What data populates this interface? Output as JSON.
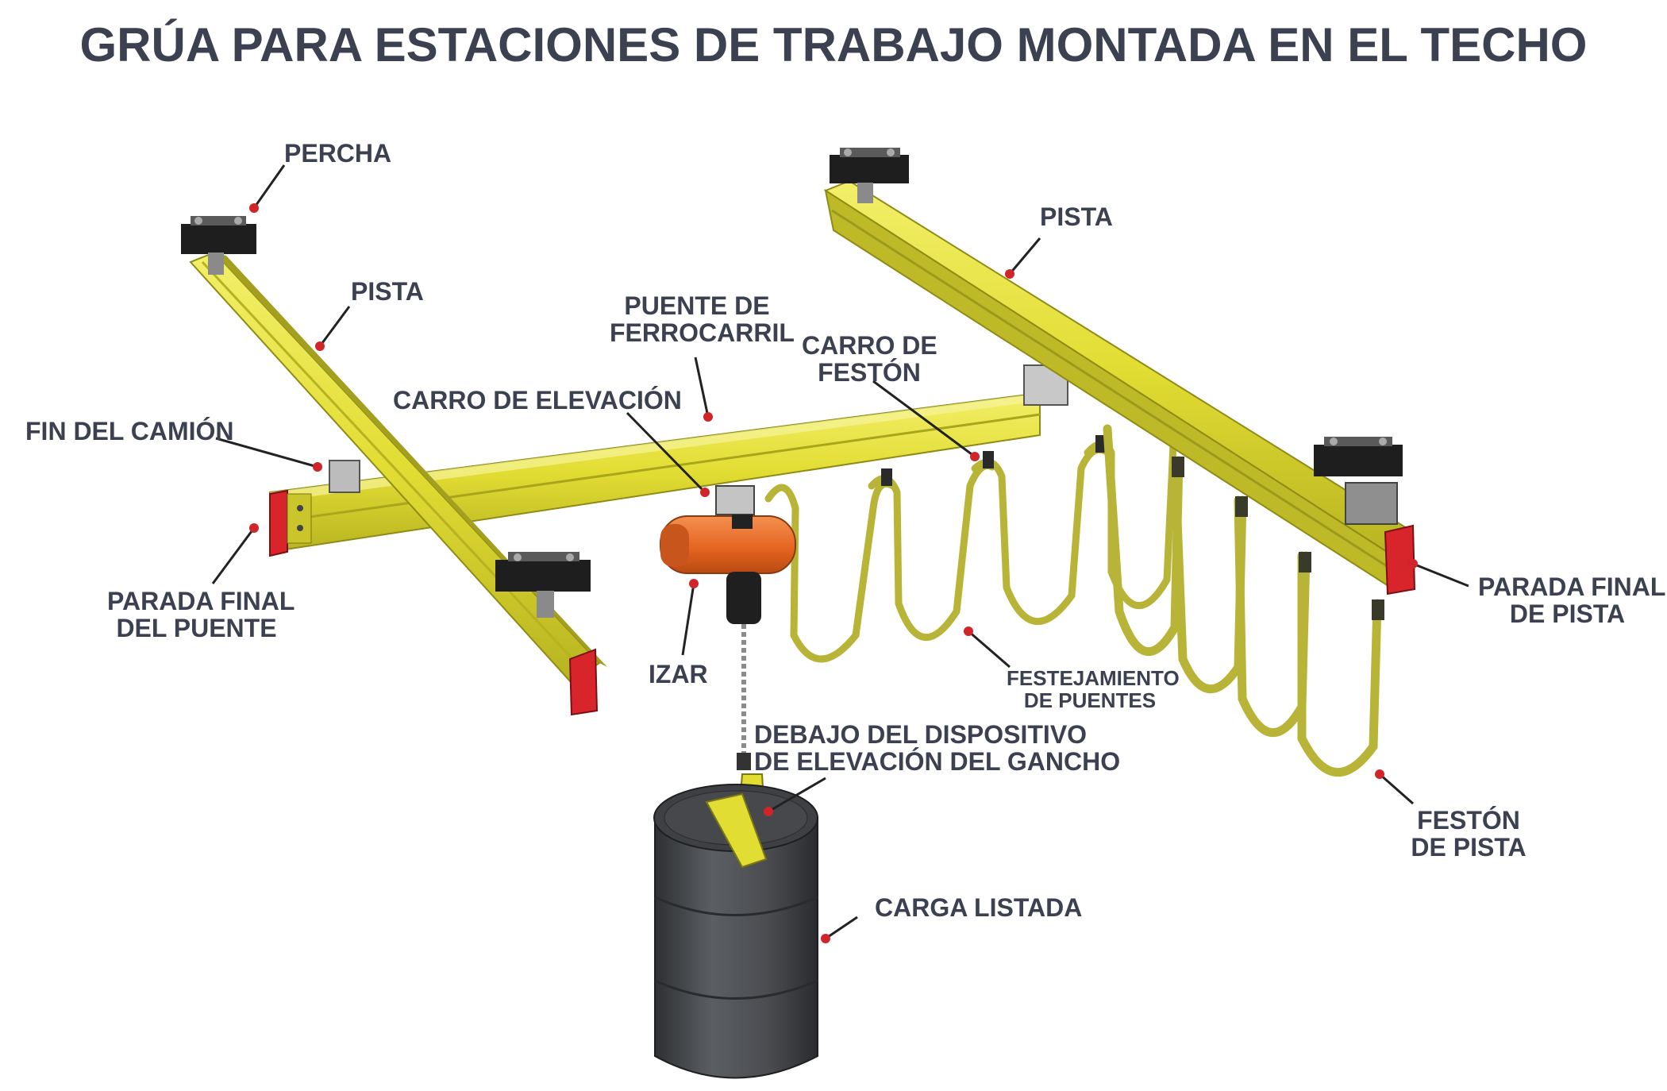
{
  "title": "GRÚA PARA ESTACIONES DE TRABAJO MONTADA EN EL TECHO",
  "labels": {
    "percha": [
      "PERCHA"
    ],
    "pista_left": [
      "PISTA"
    ],
    "pista_right": [
      "PISTA"
    ],
    "fin_del_camion": [
      "FIN DEL CAMIÓN"
    ],
    "puente_de_ferrocarril": [
      "PUENTE DE",
      "FERROCARRIL"
    ],
    "carro_de_elevacion": [
      "CARRO DE ELEVACIÓN"
    ],
    "carro_de_feston": [
      "CARRO DE",
      "FESTÓN"
    ],
    "parada_final_del_puente": [
      "PARADA FINAL",
      "DEL PUENTE"
    ],
    "parada_final_de_pista": [
      "PARADA FINAL",
      "DE PISTA"
    ],
    "izar": [
      "IZAR"
    ],
    "festejamiento_de_puentes": [
      "FESTEJAMIENTO",
      "DE PUENTES"
    ],
    "debajo_del_dispositivo": [
      "DEBAJO DEL DISPOSITIVO",
      "DE ELEVACIÓN DEL GANCHO"
    ],
    "feston_de_pista": [
      "FESTÓN",
      "DE PISTA"
    ],
    "carga_listada": [
      "CARGA LISTADA"
    ]
  },
  "colors": {
    "rail_yellow": "#e6e13a",
    "rail_shadow": "#9c9a1c",
    "end_stop_red": "#d8252b",
    "hoist_orange": "#e8682a",
    "drum_gray": "#4b4d50",
    "bracket_black": "#1e1e1e",
    "festoon_olive": "#b5b336",
    "leader_dot": "#d0262a",
    "text_dark": "#3b4150"
  }
}
